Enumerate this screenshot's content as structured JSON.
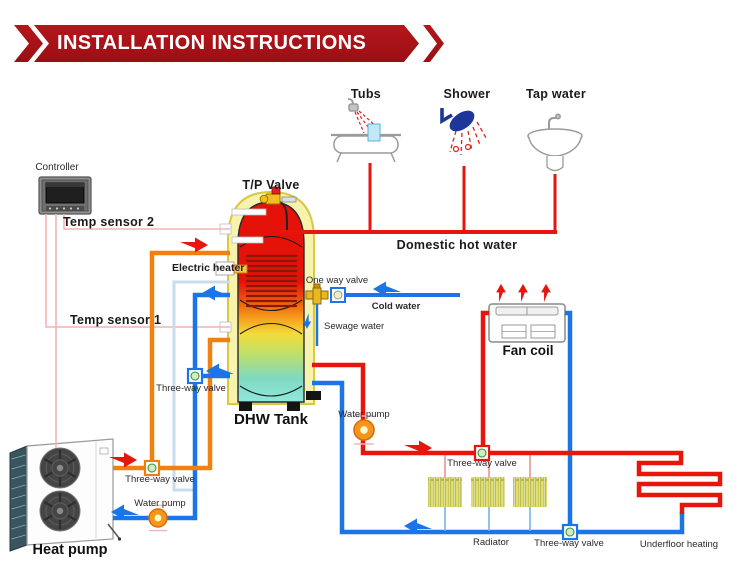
{
  "banner": {
    "title": "INSTALLATION INSTRUCTIONS"
  },
  "fixtures": {
    "tubs": "Tubs",
    "shower": "Shower",
    "tap_water": "Tap water"
  },
  "labels": {
    "domestic_hot_water": "Domestic hot water",
    "controller": "Controller",
    "temp_sensor_2": "Temp sensor 2",
    "temp_sensor_1": "Temp sensor 1",
    "electric_heater": "Electric heater",
    "tp_valve": "T/P Valve",
    "one_way_valve": "One way valve",
    "cold_water": "Cold water",
    "sewage_water": "Sewage water",
    "dhw_tank": "DHW Tank",
    "fan_coil": "Fan coil",
    "three_way_valve": "Three-way valve",
    "water_pump": "Water pump",
    "heat_pump": "Heat pump",
    "radiator": "Radiator",
    "underfloor_heating": "Underfloor heating"
  },
  "icons": [
    "banner-ribbon-icon",
    "bathtub-icon",
    "shower-head-icon",
    "sink-icon",
    "controller-icon",
    "dhw-tank-icon",
    "heating-coil-icon",
    "tp-valve-icon",
    "electric-heater-icon",
    "one-way-valve-icon",
    "three-way-valve-icon",
    "water-pump-icon",
    "heat-pump-icon",
    "fan-coil-icon",
    "radiator-icon",
    "underfloor-coil-icon",
    "flow-arrow-icon"
  ],
  "colors": {
    "banner_red": "#B01318",
    "hot_pipe_red": "#E8150C",
    "cold_pipe_blue": "#1C75E8",
    "heat_pump_loop_orange": "#F08010",
    "sensor_wire_pink": "#F3B3B3",
    "drain_line_pale_blue": "#C9DCE9",
    "tank_shell_yellow": "#F7F3AE",
    "radiator_yellow": "#DEDF6A",
    "valve_green": "#CDEEC5",
    "pump_orange": "#F6941C"
  }
}
